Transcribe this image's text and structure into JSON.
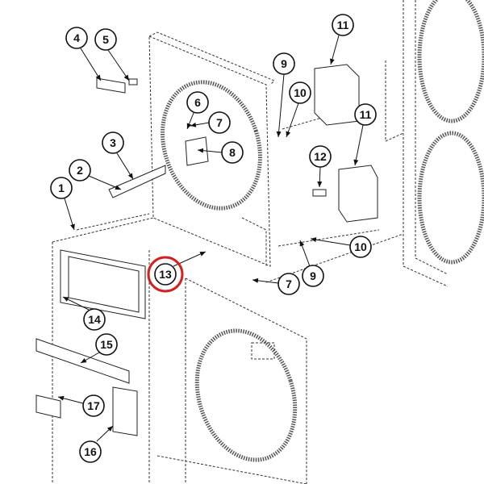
{
  "diagram": {
    "title": "Exploded parts diagram",
    "highlighted_callout": "13",
    "highlight_color": "#d32020",
    "callouts": [
      "4",
      "5",
      "3",
      "2",
      "1",
      "6",
      "7",
      "8",
      "9",
      "10",
      "11",
      "11",
      "12",
      "10",
      "9",
      "7",
      "13",
      "14",
      "15",
      "17",
      "16"
    ]
  }
}
